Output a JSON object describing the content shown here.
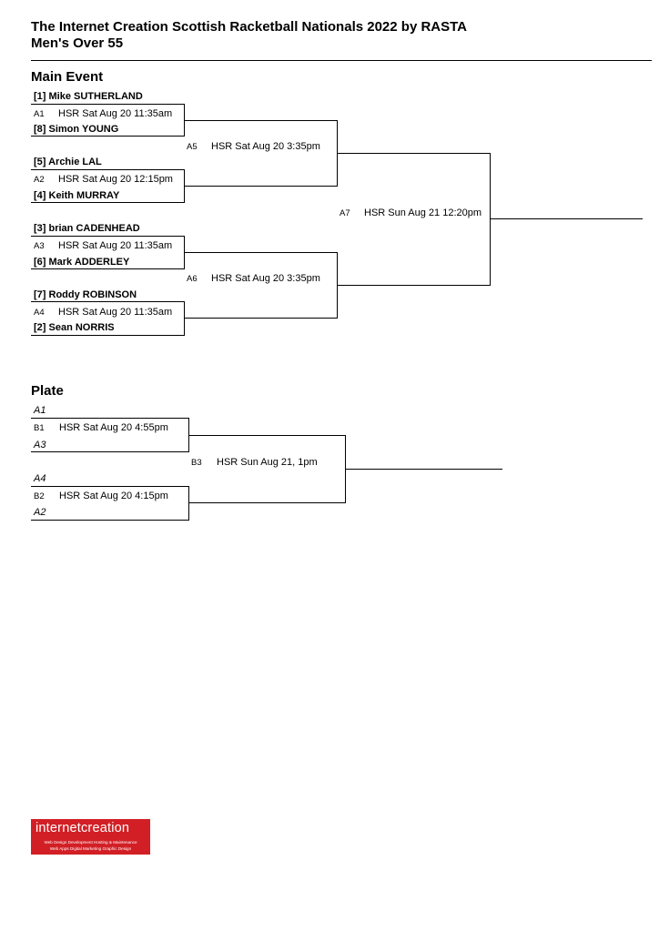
{
  "header": {
    "title": "The Internet Creation Scottish Racketball Nationals 2022 by RASTA",
    "subtitle": "Men's Over 55"
  },
  "main_event": {
    "heading": "Main Event",
    "players": [
      "[1] Mike SUTHERLAND",
      "[8] Simon YOUNG",
      "[5] Archie LAL",
      "[4] Keith MURRAY",
      "[3] brian CADENHEAD",
      "[6] Mark ADDERLEY",
      "[7] Roddy ROBINSON",
      "[2] Sean  NORRIS"
    ],
    "round1": [
      {
        "code": "A1",
        "schedule": "HSR Sat Aug 20 11:35am"
      },
      {
        "code": "A2",
        "schedule": "HSR Sat Aug 20 12:15pm"
      },
      {
        "code": "A3",
        "schedule": "HSR Sat Aug 20 11:35am"
      },
      {
        "code": "A4",
        "schedule": "HSR Sat Aug 20 11:35am"
      }
    ],
    "round2": [
      {
        "code": "A5",
        "schedule": "HSR Sat Aug 20 3:35pm"
      },
      {
        "code": "A6",
        "schedule": "HSR Sat Aug 20 3:35pm"
      }
    ],
    "final": {
      "code": "A7",
      "schedule": "HSR Sun Aug 21 12:20pm"
    }
  },
  "plate": {
    "heading": "Plate",
    "entrants": [
      "A1",
      "A3",
      "A4",
      "A2"
    ],
    "round1": [
      {
        "code": "B1",
        "schedule": "HSR Sat Aug 20 4:55pm"
      },
      {
        "code": "B2",
        "schedule": "HSR Sat Aug 20 4:15pm"
      }
    ],
    "final": {
      "code": "B3",
      "schedule": "HSR Sun Aug 21, 1pm"
    }
  },
  "logo": {
    "brand": "internetcreation",
    "tagline1": "Web Design  Development  Hosting & Maintenance",
    "tagline2": "Web Apps  Digital Marketing  Graphic Design"
  }
}
